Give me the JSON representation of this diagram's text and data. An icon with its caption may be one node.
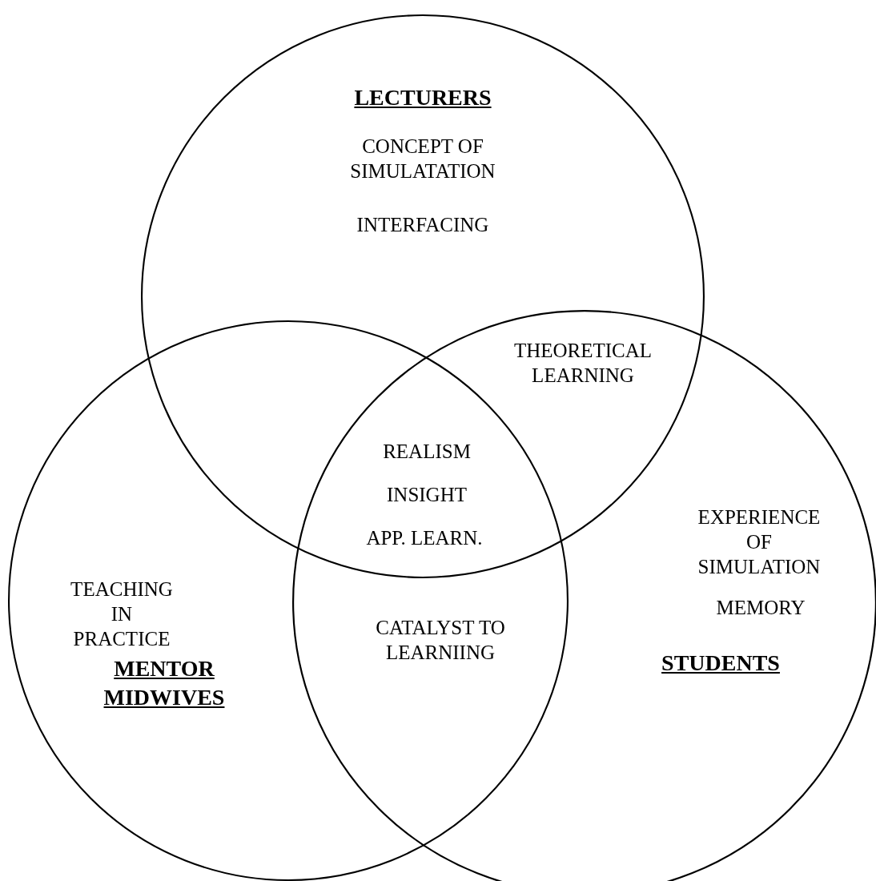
{
  "diagram": {
    "nodes": [
      {
        "text": [
          "LECTURERS",
          "CONCEPT OF SIMULATATION",
          "INTERFACING"
        ]
      },
      {
        "text": [
          "TEACHING IN PRACTICE",
          "MENTOR MIDWIVES"
        ]
      },
      {
        "text": [
          "EXPERIENCE OF SIMULATION",
          "MEMORY",
          "STUDENTS"
        ]
      }
    ],
    "labels": [
      "THEORETICAL LEARNING",
      "REALISM",
      "INSIGHT",
      "APP. LEARN.",
      "CATALYST TO LEARNIING"
    ]
  }
}
